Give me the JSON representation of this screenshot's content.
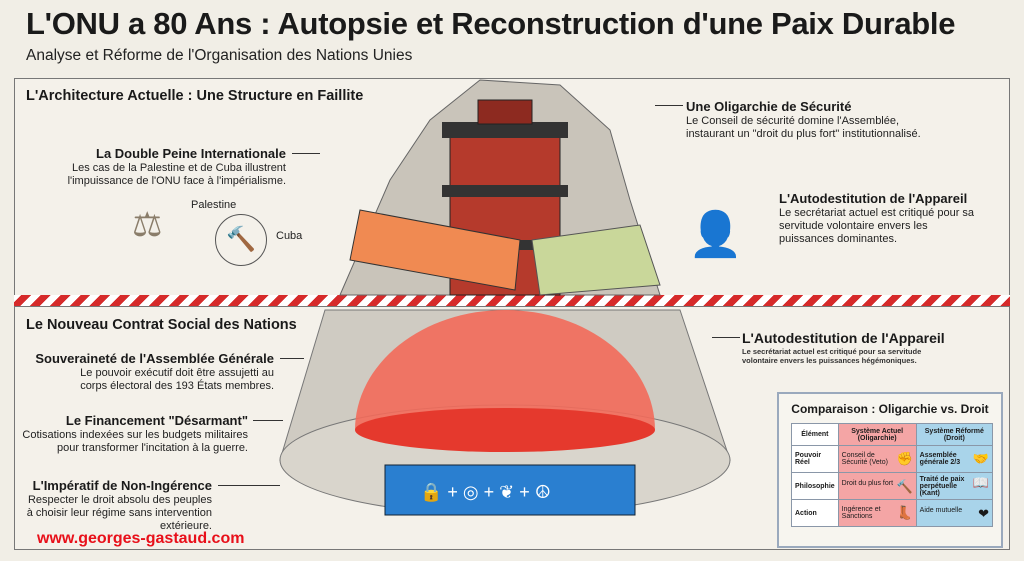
{
  "title": "L'ONU a 80 Ans : Autopsie et Reconstruction d'une Paix Durable",
  "subtitle": "Analyse et Réforme de l'Organisation des Nations Unies",
  "top": {
    "section_title": "L'Architecture Actuelle : Une Structure en Faillite",
    "double_peine": {
      "heading": "La Double Peine Internationale",
      "text": "Les cas de la Palestine et de Cuba illustrent l'impuissance de l'ONU face à l'impérialisme.",
      "label_palestine": "Palestine",
      "label_cuba": "Cuba"
    },
    "oligarchie": {
      "heading": "Une Oligarchie de Sécurité",
      "text": "Le Conseil de sécurité domine l'Assemblée, instaurant un \"droit du plus fort\" institutionnalisé."
    },
    "autodestitution": {
      "heading": "L'Autodestitution de l'Appareil",
      "text": "Le secrétariat actuel est critiqué pour sa servitude volontaire envers les puissances dominantes."
    }
  },
  "bottom": {
    "section_title": "Le Nouveau Contrat Social des Nations",
    "souverainete": {
      "heading": "Souveraineté de l'Assemblée Générale",
      "text": "Le pouvoir exécutif doit être assujetti au corps électoral des 193 États membres."
    },
    "financement": {
      "heading": "Le Financement \"Désarmant\"",
      "text": "Cotisations indexées sur les budgets militaires pour transformer l'incitation à la guerre."
    },
    "non_ingerence": {
      "heading": "L'Impératif de Non-Ingérence",
      "text": "Respecter le droit absolu des peuples à choisir leur régime sans intervention extérieure."
    },
    "autodestitution": {
      "heading": "L'Autodestitution de l'Appareil",
      "text": "Le secrétariat actuel est critiqué pour sa servitude volontaire envers les puissances hégémoniques."
    },
    "url": "www.georges-gastaud.com"
  },
  "table": {
    "title": "Comparaison : Oligarchie vs. Droit",
    "headers": [
      "Élément",
      "Système Actuel (Oligarchie)",
      "Système Réformé (Droit)"
    ],
    "rows": [
      {
        "element": "Pouvoir Réel",
        "actuel": "Conseil de Sécurité (Veto)",
        "reforme": "Assemblée générale 2/3",
        "icon_a": "fist-icon",
        "icon_r": "handshake-icon"
      },
      {
        "element": "Philosophie",
        "actuel": "Droit du plus fort",
        "reforme": "Traité de paix perpétuelle (Kant)",
        "icon_a": "hammer-icon",
        "icon_r": "book-icon"
      },
      {
        "element": "Action",
        "actuel": "Ingérence et Sanctions",
        "reforme": "Aide mutuelle",
        "icon_a": "boot-chain-icon",
        "icon_r": "hands-heart-icon"
      }
    ]
  },
  "colors": {
    "red": "#d62a2a",
    "blue": "#2a7fd0",
    "url": "#e8101a"
  }
}
